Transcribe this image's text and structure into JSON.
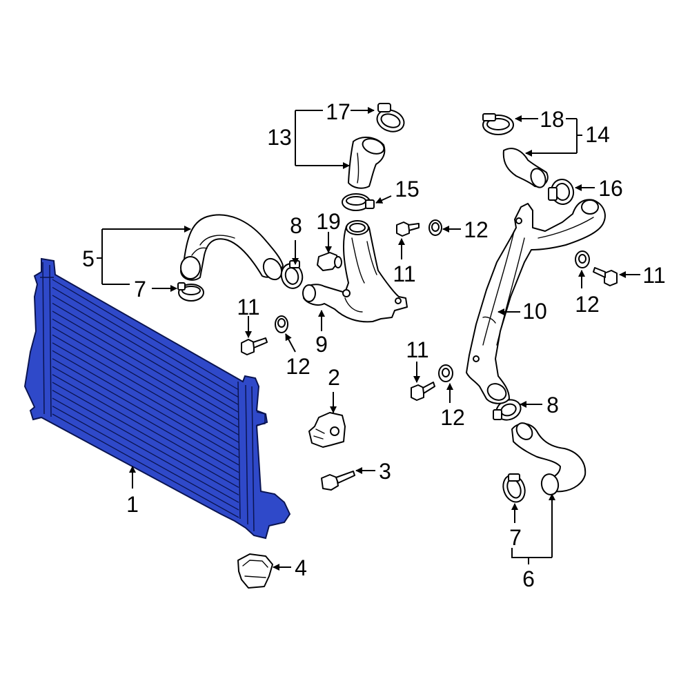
{
  "colors": {
    "highlight": "#2f49c9",
    "highlight_stroke": "#0a1450",
    "line": "#000000",
    "background": "#ffffff"
  },
  "callouts": {
    "c1": "1",
    "c2": "2",
    "c3": "3",
    "c4": "4",
    "c5": "5",
    "c6": "6",
    "c7a": "7",
    "c7b": "7",
    "c8a": "8",
    "c8b": "8",
    "c9": "9",
    "c10": "10",
    "c11a": "11",
    "c11b": "11",
    "c11c": "11",
    "c11d": "11",
    "c12a": "12",
    "c12b": "12",
    "c12c": "12",
    "c12d": "12",
    "c13": "13",
    "c14": "14",
    "c15": "15",
    "c16": "16",
    "c17": "17",
    "c18": "18",
    "c19": "19"
  }
}
